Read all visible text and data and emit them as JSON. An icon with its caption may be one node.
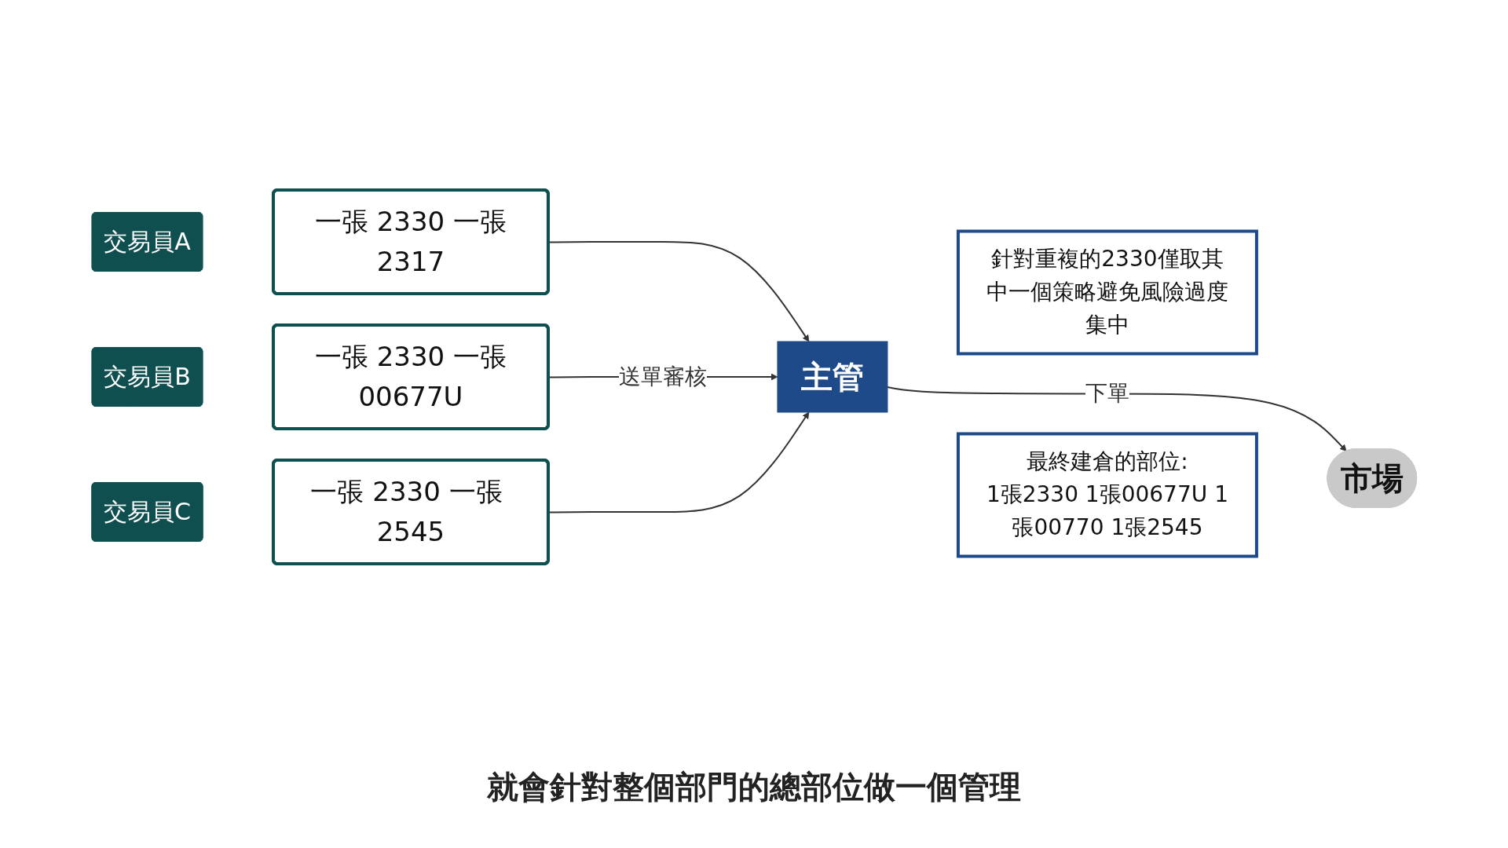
{
  "diagram": {
    "caption": "就會針對整個部門的總部位做一個管理",
    "nodes": [
      {
        "text": [
          "交易員A"
        ]
      },
      {
        "text": [
          "一張 2330 一張2317"
        ]
      },
      {
        "text": [
          "交易員B"
        ]
      },
      {
        "text": [
          "一張 2330 一張00677U"
        ]
      },
      {
        "text": [
          "交易員C"
        ]
      },
      {
        "text": [
          "一張 2330 一張 2545"
        ]
      },
      {
        "text": [
          "主管"
        ]
      },
      {
        "text": [
          "針對重複的2330僅取其中一個策略避免風險過度集中"
        ]
      },
      {
        "text": [
          "市場"
        ]
      },
      {
        "text": [
          "最終建倉的部位:",
          "1張2330 1張00677U 1張00770 1張2545"
        ]
      }
    ],
    "edges": [
      {
        "from": 1,
        "to": 6,
        "arrow": "to"
      },
      {
        "from": 3,
        "to": 6,
        "arrow": "to",
        "label": "送單審核"
      },
      {
        "from": 5,
        "to": 6,
        "arrow": "to"
      },
      {
        "from": 6,
        "to": 8,
        "arrow": "to",
        "label": "下單"
      }
    ]
  }
}
